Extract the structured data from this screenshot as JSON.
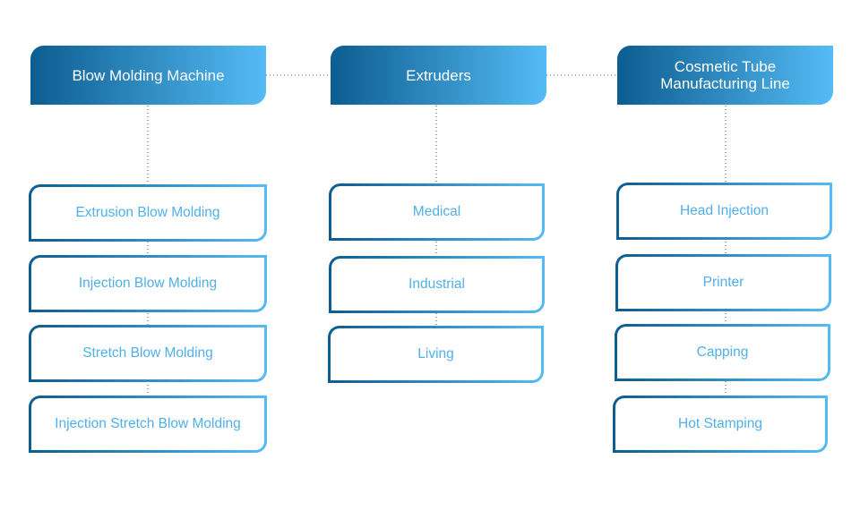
{
  "colors": {
    "gradient_start": "#0c5d90",
    "gradient_end": "#55bbf5",
    "item_text": "#4fb0ea",
    "connector": "#1f5f86"
  },
  "diagram": {
    "columns": [
      {
        "title": "Blow Molding Machine",
        "items": [
          "Extrusion Blow Molding",
          "Injection Blow Molding",
          "Stretch Blow Molding",
          "Injection Stretch Blow Molding"
        ]
      },
      {
        "title": "Extruders",
        "items": [
          "Medical",
          "Industrial",
          "Living"
        ]
      },
      {
        "title": "Cosmetic Tube\nManufacturing Line",
        "items": [
          "Head Injection",
          "Printer",
          "Capping",
          "Hot Stamping"
        ]
      }
    ]
  }
}
